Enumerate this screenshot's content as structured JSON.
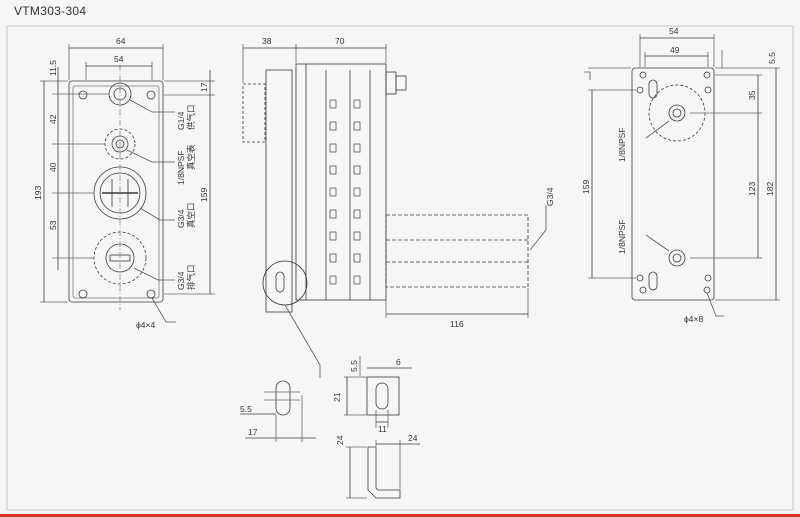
{
  "title": "VTM303-304",
  "front_view": {
    "dims": {
      "width_total": "64",
      "width_holes": "54",
      "top_margin": "11.5",
      "port1_offset": "17",
      "pitch1": "42",
      "pitch2": "40",
      "pitch3": "53",
      "height_total": "193",
      "height_inner": "159",
      "mount_holes": "ϕ4×4"
    },
    "ports": {
      "p1_thread": "G1/4",
      "p1_name": "供气口",
      "p2_thread": "1/8NPSF",
      "p2_name": "真空表",
      "p3_thread": "G3/4",
      "p3_name": "真空口",
      "p4_thread": "G3/4",
      "p4_name": "排气口"
    }
  },
  "side_view": {
    "dims": {
      "left_width": "38",
      "right_width": "70",
      "muffler_length": "116",
      "muffler_thread": "G3/4"
    }
  },
  "back_view": {
    "dims": {
      "width_total": "54",
      "width_holes": "49",
      "edge_offset": "5.5",
      "top_offset": "35",
      "bracket_pitch": "123",
      "left_height": "159",
      "total_height": "182",
      "port_top": "1/8NPSF",
      "port_bottom": "1/8NPSF",
      "mount_holes": "ϕ4×8"
    }
  },
  "detail_views": {
    "slot_gap": "5.5",
    "slot_width": "17",
    "bracket_top": "5.5",
    "bracket_edge": "6",
    "bracket_height": "21",
    "bracket_slot": "11",
    "foot_height": "24",
    "foot_width": "24"
  }
}
